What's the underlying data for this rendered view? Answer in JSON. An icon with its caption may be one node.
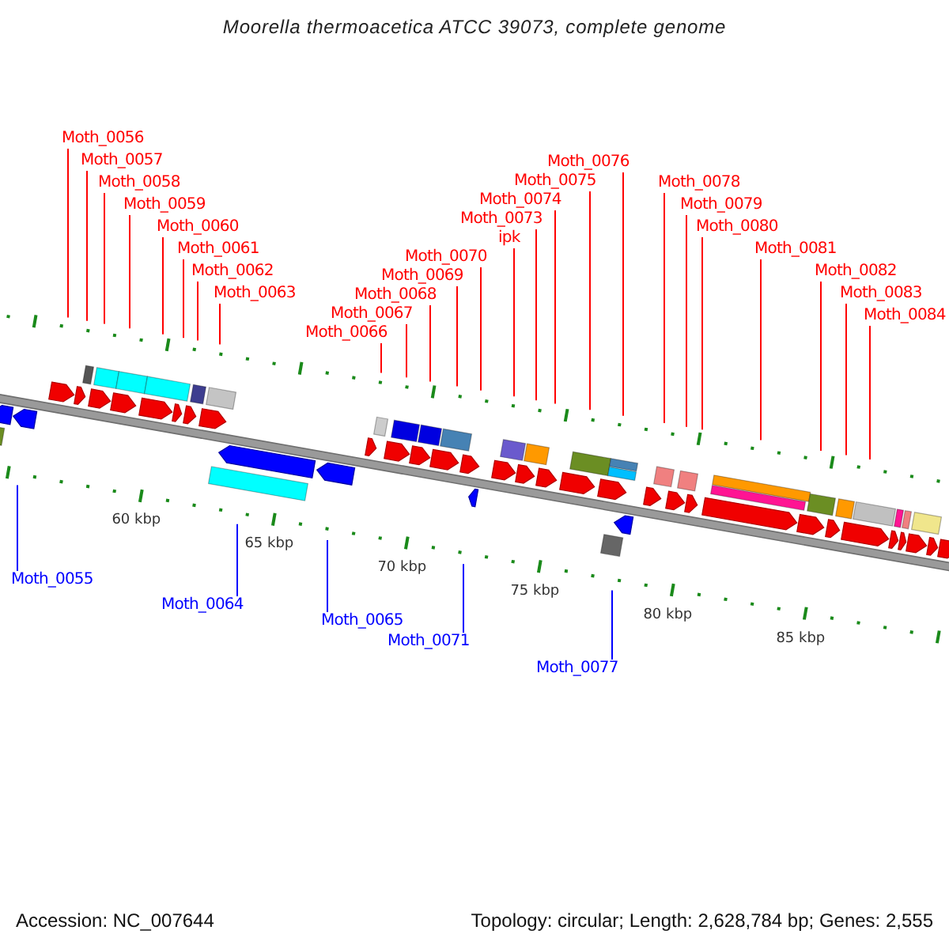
{
  "diagram": {
    "title": "Moorella thermoacetica ATCC 39073, complete genome",
    "nodes": [
      {
        "text": [
          "Moth_0055"
        ]
      },
      {
        "text": [
          "Moth_0056"
        ]
      },
      {
        "text": [
          "Moth_0057"
        ]
      },
      {
        "text": [
          "Moth_0058"
        ]
      },
      {
        "text": [
          "Moth_0059"
        ]
      },
      {
        "text": [
          "Moth_0060"
        ]
      },
      {
        "text": [
          "Moth_0061"
        ]
      },
      {
        "text": [
          "Moth_0062"
        ]
      },
      {
        "text": [
          "Moth_0063"
        ]
      },
      {
        "text": [
          "Moth_0064"
        ]
      },
      {
        "text": [
          "Moth_0065"
        ]
      },
      {
        "text": [
          "Moth_0066"
        ]
      },
      {
        "text": [
          "Moth_0067"
        ]
      },
      {
        "text": [
          "Moth_0068"
        ]
      },
      {
        "text": [
          "Moth_0069"
        ]
      },
      {
        "text": [
          "Moth_0070"
        ]
      },
      {
        "text": [
          "Moth_0071"
        ]
      },
      {
        "text": [
          "ipk"
        ]
      },
      {
        "text": [
          "Moth_0073"
        ]
      },
      {
        "text": [
          "Moth_0074"
        ]
      },
      {
        "text": [
          "Moth_0075"
        ]
      },
      {
        "text": [
          "Moth_0076"
        ]
      },
      {
        "text": [
          "Moth_0077"
        ]
      },
      {
        "text": [
          "Moth_0078"
        ]
      },
      {
        "text": [
          "Moth_0079"
        ]
      },
      {
        "text": [
          "Moth_0080"
        ]
      },
      {
        "text": [
          "Moth_0081"
        ]
      },
      {
        "text": [
          "Moth_0082"
        ]
      },
      {
        "text": [
          "Moth_0083"
        ]
      },
      {
        "text": [
          "Moth_0084"
        ]
      }
    ],
    "edges": [
      {
        "from": 0,
        "to": null,
        "arrow": "none",
        "color": "#0000ff"
      },
      {
        "from": 1,
        "to": null,
        "arrow": "none"
      },
      {
        "from": 2,
        "to": null,
        "arrow": "none"
      },
      {
        "from": 3,
        "to": null,
        "arrow": "none"
      },
      {
        "from": 4,
        "to": null,
        "arrow": "none"
      },
      {
        "from": 5,
        "to": null,
        "arrow": "none"
      },
      {
        "from": 6,
        "to": null,
        "arrow": "none"
      },
      {
        "from": 7,
        "to": null,
        "arrow": "none"
      },
      {
        "from": 8,
        "to": null,
        "arrow": "none"
      },
      {
        "from": 9,
        "to": null,
        "arrow": "none",
        "color": "#0000ff"
      },
      {
        "from": 10,
        "to": null,
        "arrow": "none",
        "color": "#0000ff"
      },
      {
        "from": 11,
        "to": null,
        "arrow": "none"
      },
      {
        "from": 12,
        "to": null,
        "arrow": "none"
      },
      {
        "from": 13,
        "to": null,
        "arrow": "none"
      },
      {
        "from": 14,
        "to": null,
        "arrow": "none"
      },
      {
        "from": 15,
        "to": null,
        "arrow": "none"
      },
      {
        "from": 16,
        "to": null,
        "arrow": "none",
        "color": "#0000ff"
      },
      {
        "from": 17,
        "to": null,
        "arrow": "none"
      },
      {
        "from": 18,
        "to": null,
        "arrow": "none"
      },
      {
        "from": 19,
        "to": null,
        "arrow": "none"
      },
      {
        "from": 20,
        "to": null,
        "arrow": "none"
      },
      {
        "from": 21,
        "to": null,
        "arrow": "none"
      },
      {
        "from": 22,
        "to": null,
        "arrow": "none",
        "color": "#0000ff"
      },
      {
        "from": 23,
        "to": null,
        "arrow": "none"
      },
      {
        "from": 24,
        "to": null,
        "arrow": "none"
      },
      {
        "from": 25,
        "to": null,
        "arrow": "none"
      },
      {
        "from": 26,
        "to": null,
        "arrow": "none"
      },
      {
        "from": 27,
        "to": null,
        "arrow": "none"
      },
      {
        "from": 28,
        "to": null,
        "arrow": "none"
      },
      {
        "from": 29,
        "to": null,
        "arrow": "none"
      }
    ],
    "labels": [
      "60 kbp",
      "65 kbp",
      "70 kbp",
      "75 kbp",
      "80 kbp",
      "85 kbp",
      "Accession: NC_007644",
      "Topology: circular; Length: 2,628,784 bp; Genes: 2,555"
    ]
  }
}
